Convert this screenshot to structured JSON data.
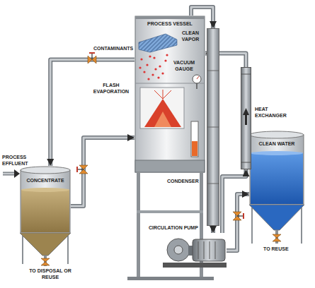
{
  "diagram": {
    "nodes": [
      {
        "text": [
          "PROCESS VESSEL"
        ]
      },
      {
        "text": [
          "CONCENTRATE"
        ]
      },
      {
        "text": [
          "CLEAN WATER"
        ]
      },
      {
        "text": [
          "HEAT EXCHANGER"
        ]
      },
      {
        "text": [
          "CONDENSER"
        ]
      },
      {
        "text": [
          "CIRCULATION PUMP"
        ]
      }
    ],
    "edges": [
      {
        "from": 0,
        "to": 1,
        "arrow": "to"
      },
      {
        "from": 1,
        "to": 0,
        "arrow": "to"
      },
      {
        "from": 0,
        "to": 4,
        "arrow": "to"
      },
      {
        "from": 4,
        "to": 5,
        "arrow": "to"
      },
      {
        "from": 5,
        "to": 2,
        "arrow": "to"
      },
      {
        "from": 5,
        "to": 3,
        "arrow": "to"
      },
      {
        "from": 3,
        "to": 0,
        "arrow": "to"
      }
    ],
    "labels": [
      "CLEAN VAPOR",
      "CONTAMINANTS",
      "VACUUM GAUGE",
      "FLASH EVAPORATION",
      "PROCESS EFFLUENT",
      "TO DISPOSAL OR REUSE",
      "TO REUSE"
    ]
  }
}
